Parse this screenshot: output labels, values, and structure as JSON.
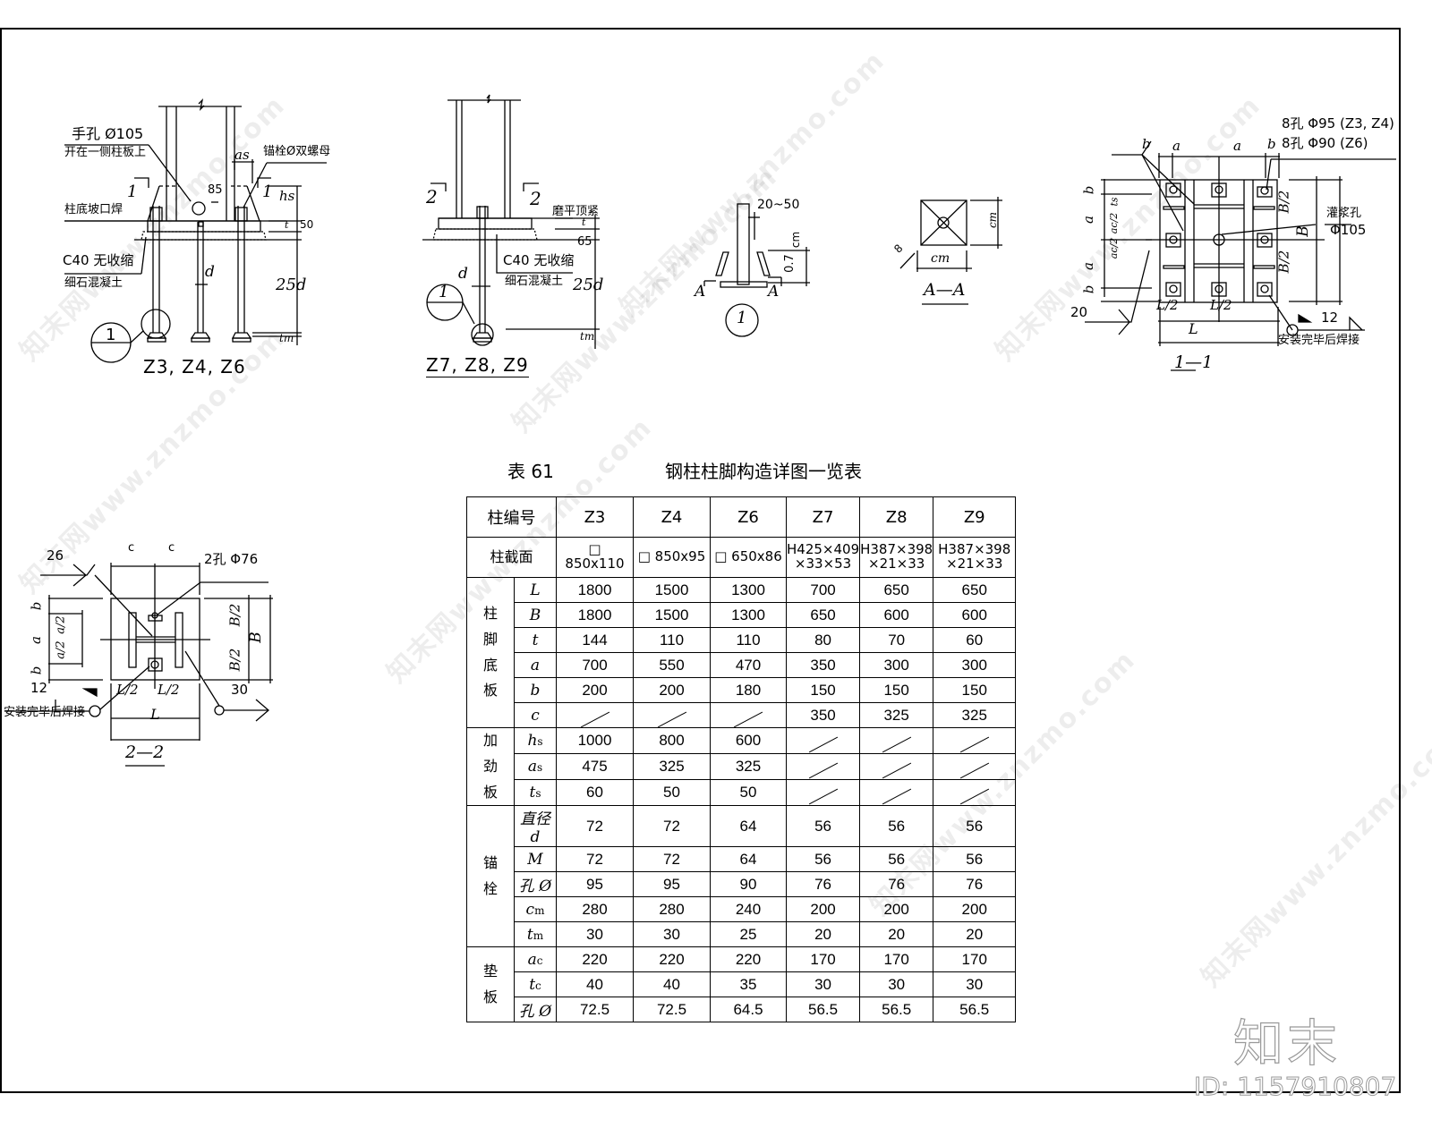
{
  "drawing": {
    "detail_z3": {
      "caption": "Z3, Z4, Z6",
      "hand_hole": "手孔 Ø105",
      "hand_hole_note": "开在一侧柱板上",
      "anchor_note": "锚栓Ø双螺母",
      "weld_note": "柱底坡口焊",
      "grout_1": "C40 无收缩",
      "grout_2": "细石混凝土",
      "dim_as": "as",
      "dim_hs": "hs",
      "dim_t": "t",
      "dim_50": "50",
      "dim_25d": "25d",
      "dim_tm": "tm",
      "dim_d": "d",
      "dim_85": "85",
      "section_mark": "1",
      "detail_ref": "1"
    },
    "detail_z7": {
      "caption": "Z7, Z8, Z9",
      "top_note": "磨平顶紧",
      "grout_1": "C40 无收缩",
      "grout_2": "细石混凝土",
      "dim_t": "t",
      "dim_65": "65",
      "dim_25d": "25d",
      "dim_tm": "tm",
      "dim_d": "d",
      "section_mark": "2",
      "detail_ref": "1"
    },
    "detail_1": {
      "label": "1",
      "dim_20_50": "20~50",
      "dim_cm": "cm",
      "dim_07": "0.7",
      "section_a": "A"
    },
    "section_aa": {
      "caption": "A—A",
      "dim_cm": "cm",
      "dim_8": "8"
    },
    "section_11": {
      "caption": "1—1",
      "holes_1": "8孔 Φ95 (Z3, Z4)",
      "holes_2": "8孔 Φ90 (Z6)",
      "grout_hole": "灌浆孔",
      "grout_dia": "Φ105",
      "weld_20": "20",
      "weld_12": "12",
      "weld_note": "安装完毕后焊接",
      "dim_b": "b",
      "dim_a": "a",
      "dim_L2": "L/2",
      "dim_L": "L",
      "dim_B2": "B/2",
      "dim_B": "B",
      "dim_ts": "ts",
      "dim_ac2": "ac/2"
    },
    "section_22": {
      "caption": "2—2",
      "holes": "2孔 Φ76",
      "weld_26": "26",
      "weld_12": "12",
      "weld_30": "30",
      "weld_note": "安装完毕后焊接",
      "dim_c": "c",
      "dim_b": "b",
      "dim_a": "a",
      "dim_a2": "a/2",
      "dim_L2": "L/2",
      "dim_L": "L",
      "dim_B2": "B/2",
      "dim_B": "B"
    }
  },
  "table": {
    "number": "表 61",
    "title": "钢柱柱脚构造详图一览表",
    "header_label": "柱编号",
    "section_label": "柱截面",
    "columns": [
      "Z3",
      "Z4",
      "Z6",
      "Z7",
      "Z8",
      "Z9"
    ],
    "sections": [
      "□ 850x110",
      "□ 850x95",
      "□ 650x86",
      "H425×409 ×33×53",
      "H387×398 ×21×33",
      "H387×398 ×21×33"
    ],
    "groups": [
      {
        "name": "柱脚底板",
        "rows": [
          {
            "sym": "L",
            "sub": "",
            "values": [
              "1800",
              "1500",
              "1300",
              "700",
              "650",
              "650"
            ]
          },
          {
            "sym": "B",
            "sub": "",
            "values": [
              "1800",
              "1500",
              "1300",
              "650",
              "600",
              "600"
            ]
          },
          {
            "sym": "t",
            "sub": "",
            "values": [
              "144",
              "110",
              "110",
              "80",
              "70",
              "60"
            ]
          },
          {
            "sym": "a",
            "sub": "",
            "values": [
              "700",
              "550",
              "470",
              "350",
              "300",
              "300"
            ]
          },
          {
            "sym": "b",
            "sub": "",
            "values": [
              "200",
              "200",
              "180",
              "150",
              "150",
              "150"
            ]
          },
          {
            "sym": "c",
            "sub": "",
            "values": [
              "/",
              "/",
              "/",
              "350",
              "325",
              "325"
            ]
          }
        ]
      },
      {
        "name": "加劲板",
        "rows": [
          {
            "sym": "h",
            "sub": "s",
            "values": [
              "1000",
              "800",
              "600",
              "/",
              "/",
              "/"
            ]
          },
          {
            "sym": "a",
            "sub": "s",
            "values": [
              "475",
              "325",
              "325",
              "/",
              "/",
              "/"
            ]
          },
          {
            "sym": "t",
            "sub": "s",
            "values": [
              "60",
              "50",
              "50",
              "/",
              "/",
              "/"
            ]
          }
        ]
      },
      {
        "name": "锚栓",
        "rows": [
          {
            "sym": "直径 d",
            "sub": "",
            "values": [
              "72",
              "72",
              "64",
              "56",
              "56",
              "56"
            ]
          },
          {
            "sym": "M",
            "sub": "",
            "values": [
              "72",
              "72",
              "64",
              "56",
              "56",
              "56"
            ]
          },
          {
            "sym": "孔 Ø",
            "sub": "",
            "values": [
              "95",
              "95",
              "90",
              "76",
              "76",
              "76"
            ]
          },
          {
            "sym": "c",
            "sub": "m",
            "values": [
              "280",
              "280",
              "240",
              "200",
              "200",
              "200"
            ]
          },
          {
            "sym": "t",
            "sub": "m",
            "values": [
              "30",
              "30",
              "25",
              "20",
              "20",
              "20"
            ]
          }
        ]
      },
      {
        "name": "垫板",
        "rows": [
          {
            "sym": "a",
            "sub": "c",
            "values": [
              "220",
              "220",
              "220",
              "170",
              "170",
              "170"
            ]
          },
          {
            "sym": "t",
            "sub": "c",
            "values": [
              "40",
              "40",
              "35",
              "30",
              "30",
              "30"
            ]
          },
          {
            "sym": "孔 Ø",
            "sub": "",
            "values": [
              "72.5",
              "72.5",
              "64.5",
              "56.5",
              "56.5",
              "56.5"
            ]
          }
        ]
      }
    ]
  },
  "watermark": {
    "text": "知末网www.znzmo.com",
    "logo": "知末",
    "id": "ID: 1157910807"
  }
}
